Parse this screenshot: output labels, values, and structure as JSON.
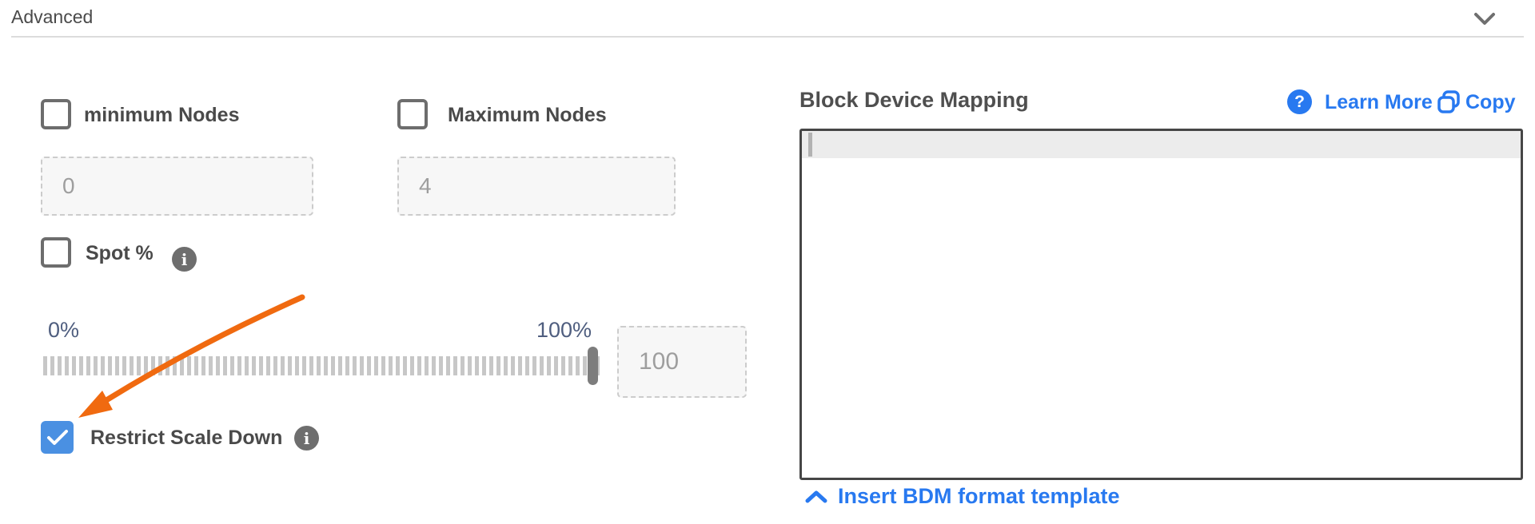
{
  "header": {
    "title": "Advanced",
    "collapse_icon": "chevron-down"
  },
  "left_panel": {
    "min_nodes": {
      "label": "minimum Nodes",
      "checked": false,
      "value": "0"
    },
    "max_nodes": {
      "label": "Maximum Nodes",
      "checked": false,
      "value": "4"
    },
    "spot": {
      "label": "Spot %",
      "checked": false,
      "info_glyph": "i"
    },
    "slider": {
      "min_label": "0%",
      "max_label": "100%",
      "value": "100",
      "position_pct": 100
    },
    "restrict_scale_down": {
      "label": "Restrict Scale Down",
      "checked": true,
      "info_glyph": "i"
    }
  },
  "right_panel": {
    "title": "Block Device Mapping",
    "learn_more_label": "Learn More",
    "question_glyph": "?",
    "copy_label": "Copy",
    "editor_value": "",
    "insert_template_label": "Insert BDM format template"
  },
  "annotation": {
    "type": "arrow",
    "points_to": "restrict-scale-down-checkbox",
    "color": "#f06a10"
  },
  "colors": {
    "link_blue": "#2879f0",
    "checkbox_blue": "#4a90e2",
    "slider_label_slate": "#4f5e7f",
    "editor_border": "#464646",
    "active_line": "#ececec",
    "arrow_orange": "#f06a10"
  }
}
